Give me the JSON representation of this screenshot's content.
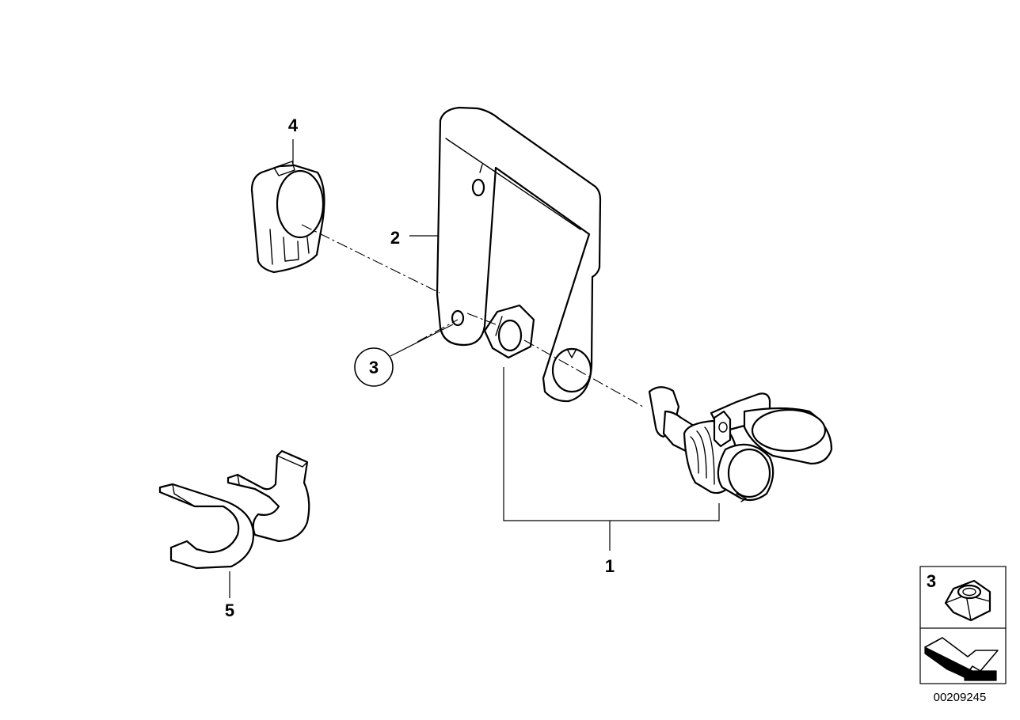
{
  "callouts": {
    "part1": "1",
    "part2": "2",
    "part3": "3",
    "part4": "4",
    "part5": "5"
  },
  "legend": {
    "part_number": "3"
  },
  "diagram_id": "00209245",
  "icons": {
    "legend_nut": "hex-nut-icon",
    "legend_arrow": "direction-arrow-icon"
  },
  "colors": {
    "line": "#000000",
    "background": "#ffffff"
  }
}
